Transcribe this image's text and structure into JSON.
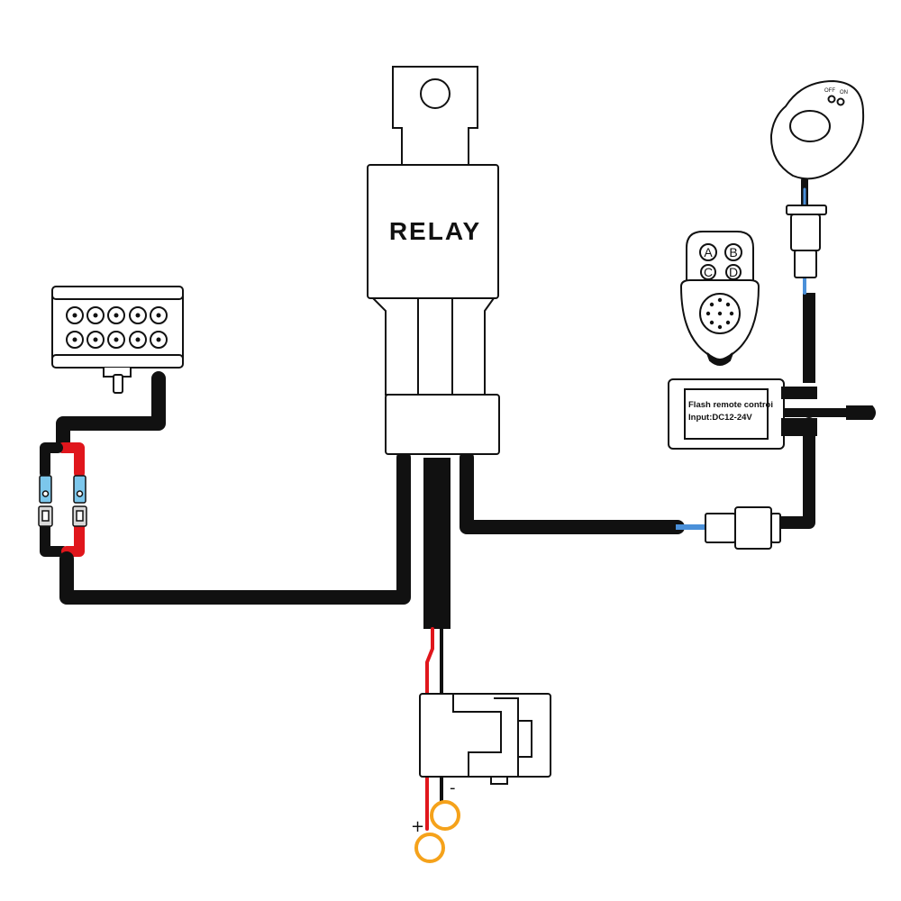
{
  "relay": {
    "label": "RELAY"
  },
  "controller": {
    "line1": "Flash remote controi",
    "line2": "Input:DC12-24V"
  },
  "remote": {
    "buttons": [
      "A",
      "B",
      "C",
      "D"
    ]
  },
  "switch": {
    "off_label": "OFF",
    "on_label": "ON"
  },
  "battery": {
    "negative_label": "-",
    "positive_label": "+"
  },
  "colors": {
    "wire_black": "#1a1a1a",
    "wire_red": "#e0161c",
    "wire_blue": "#4a90d9",
    "terminal_blue": "#7cc7ec",
    "ring_terminal": "#f5a21b",
    "outline": "#111111"
  },
  "icons": {
    "light_bar": "led-light-bar-icon",
    "relay": "relay-icon",
    "remote": "key-fob-remote-icon",
    "switch": "push-button-switch-icon",
    "controller": "controller-box-icon",
    "fuse": "fuse-holder-icon"
  }
}
